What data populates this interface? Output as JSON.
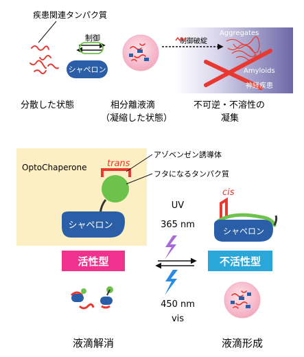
{
  "top": {
    "protein_label": "疾患関連タンパク質",
    "control_label": "制御",
    "chaperone_label": "シャペロン",
    "breakdown_label": "制御破綻",
    "aggregates_label": "Aggregates",
    "amyloids_label": "Amyloids",
    "disease_label": "神経疾患",
    "state1_label": "分散した状態",
    "state2_line1": "相分離液滴",
    "state2_line2": "（凝縮した状態）",
    "state3_line1": "不可逆・不溶性の",
    "state3_line2": "凝集"
  },
  "bottom": {
    "opto_title": "OptoChaperone",
    "trans_label": "trans",
    "cis_label": "cis",
    "azo_label": "アゾベンゼン誘導体",
    "lid_label": "フタになるタンパク質",
    "chaperone_left": "シャペロン",
    "chaperone_right": "シャペロン",
    "uv_label": "UV",
    "uv_nm": "365 nm",
    "vis_nm": "450 nm",
    "vis_label": "vis",
    "active_label": "活性型",
    "inactive_label": "不活性型",
    "result_left": "液滴解消",
    "result_right": "液滴形成"
  },
  "colors": {
    "red": "#e8382f",
    "blue": "#2a5fa8",
    "green": "#6cc24a",
    "cream": "#fdefc4",
    "active_bg": "#f0328f",
    "inactive_bg": "#2aa6d9",
    "purple": "#9b59d0",
    "lightning_blue": "#2a8ce0",
    "droplet_pink": "#f7c5d2"
  }
}
